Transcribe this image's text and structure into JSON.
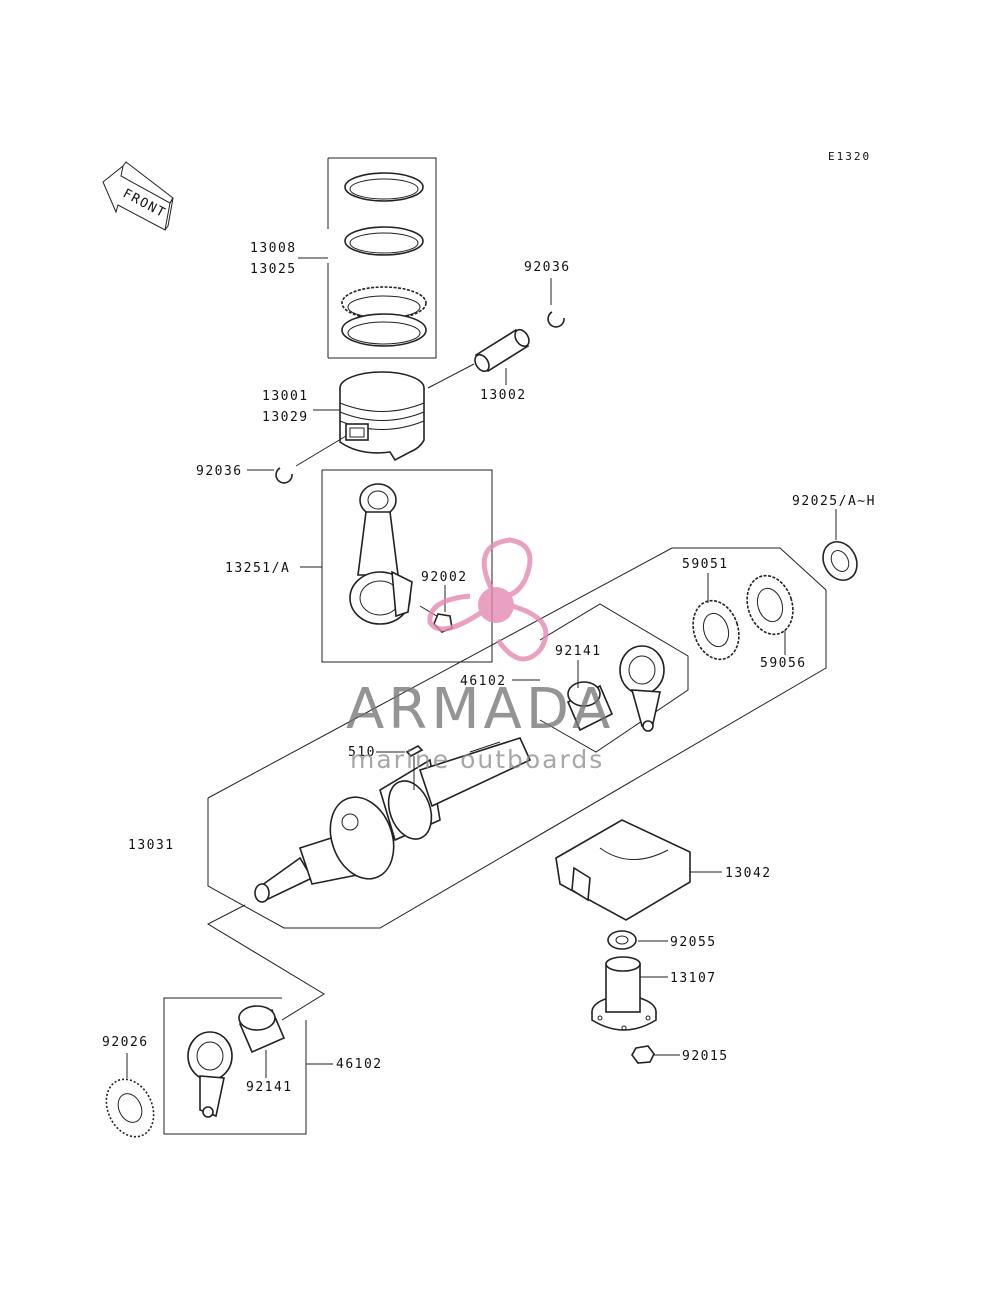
{
  "diagram": {
    "code": "E1320",
    "front_marker": "FRONT",
    "colors": {
      "line": "#222222",
      "watermark_pink": "#e58ab2",
      "watermark_text": "#777777"
    },
    "labels": {
      "l13008": "13008",
      "l13025": "13025",
      "l92036a": "92036",
      "l13002": "13002",
      "l13001": "13001",
      "l13029": "13029",
      "l92036b": "92036",
      "l92025": "92025/A~H",
      "l13251": "13251/A",
      "l92002": "92002",
      "l59051": "59051",
      "l59056": "59056",
      "l92141a": "92141",
      "l46102a": "46102",
      "l510": "510",
      "l13031": "13031",
      "l13042": "13042",
      "l92055": "92055",
      "l13107": "13107",
      "l92015": "92015",
      "l92026": "92026",
      "l92141b": "92141",
      "l46102b": "46102"
    }
  },
  "watermark": {
    "title": "ARMADA",
    "subtitle": "marine outboards",
    "icon": "propeller-logo"
  }
}
